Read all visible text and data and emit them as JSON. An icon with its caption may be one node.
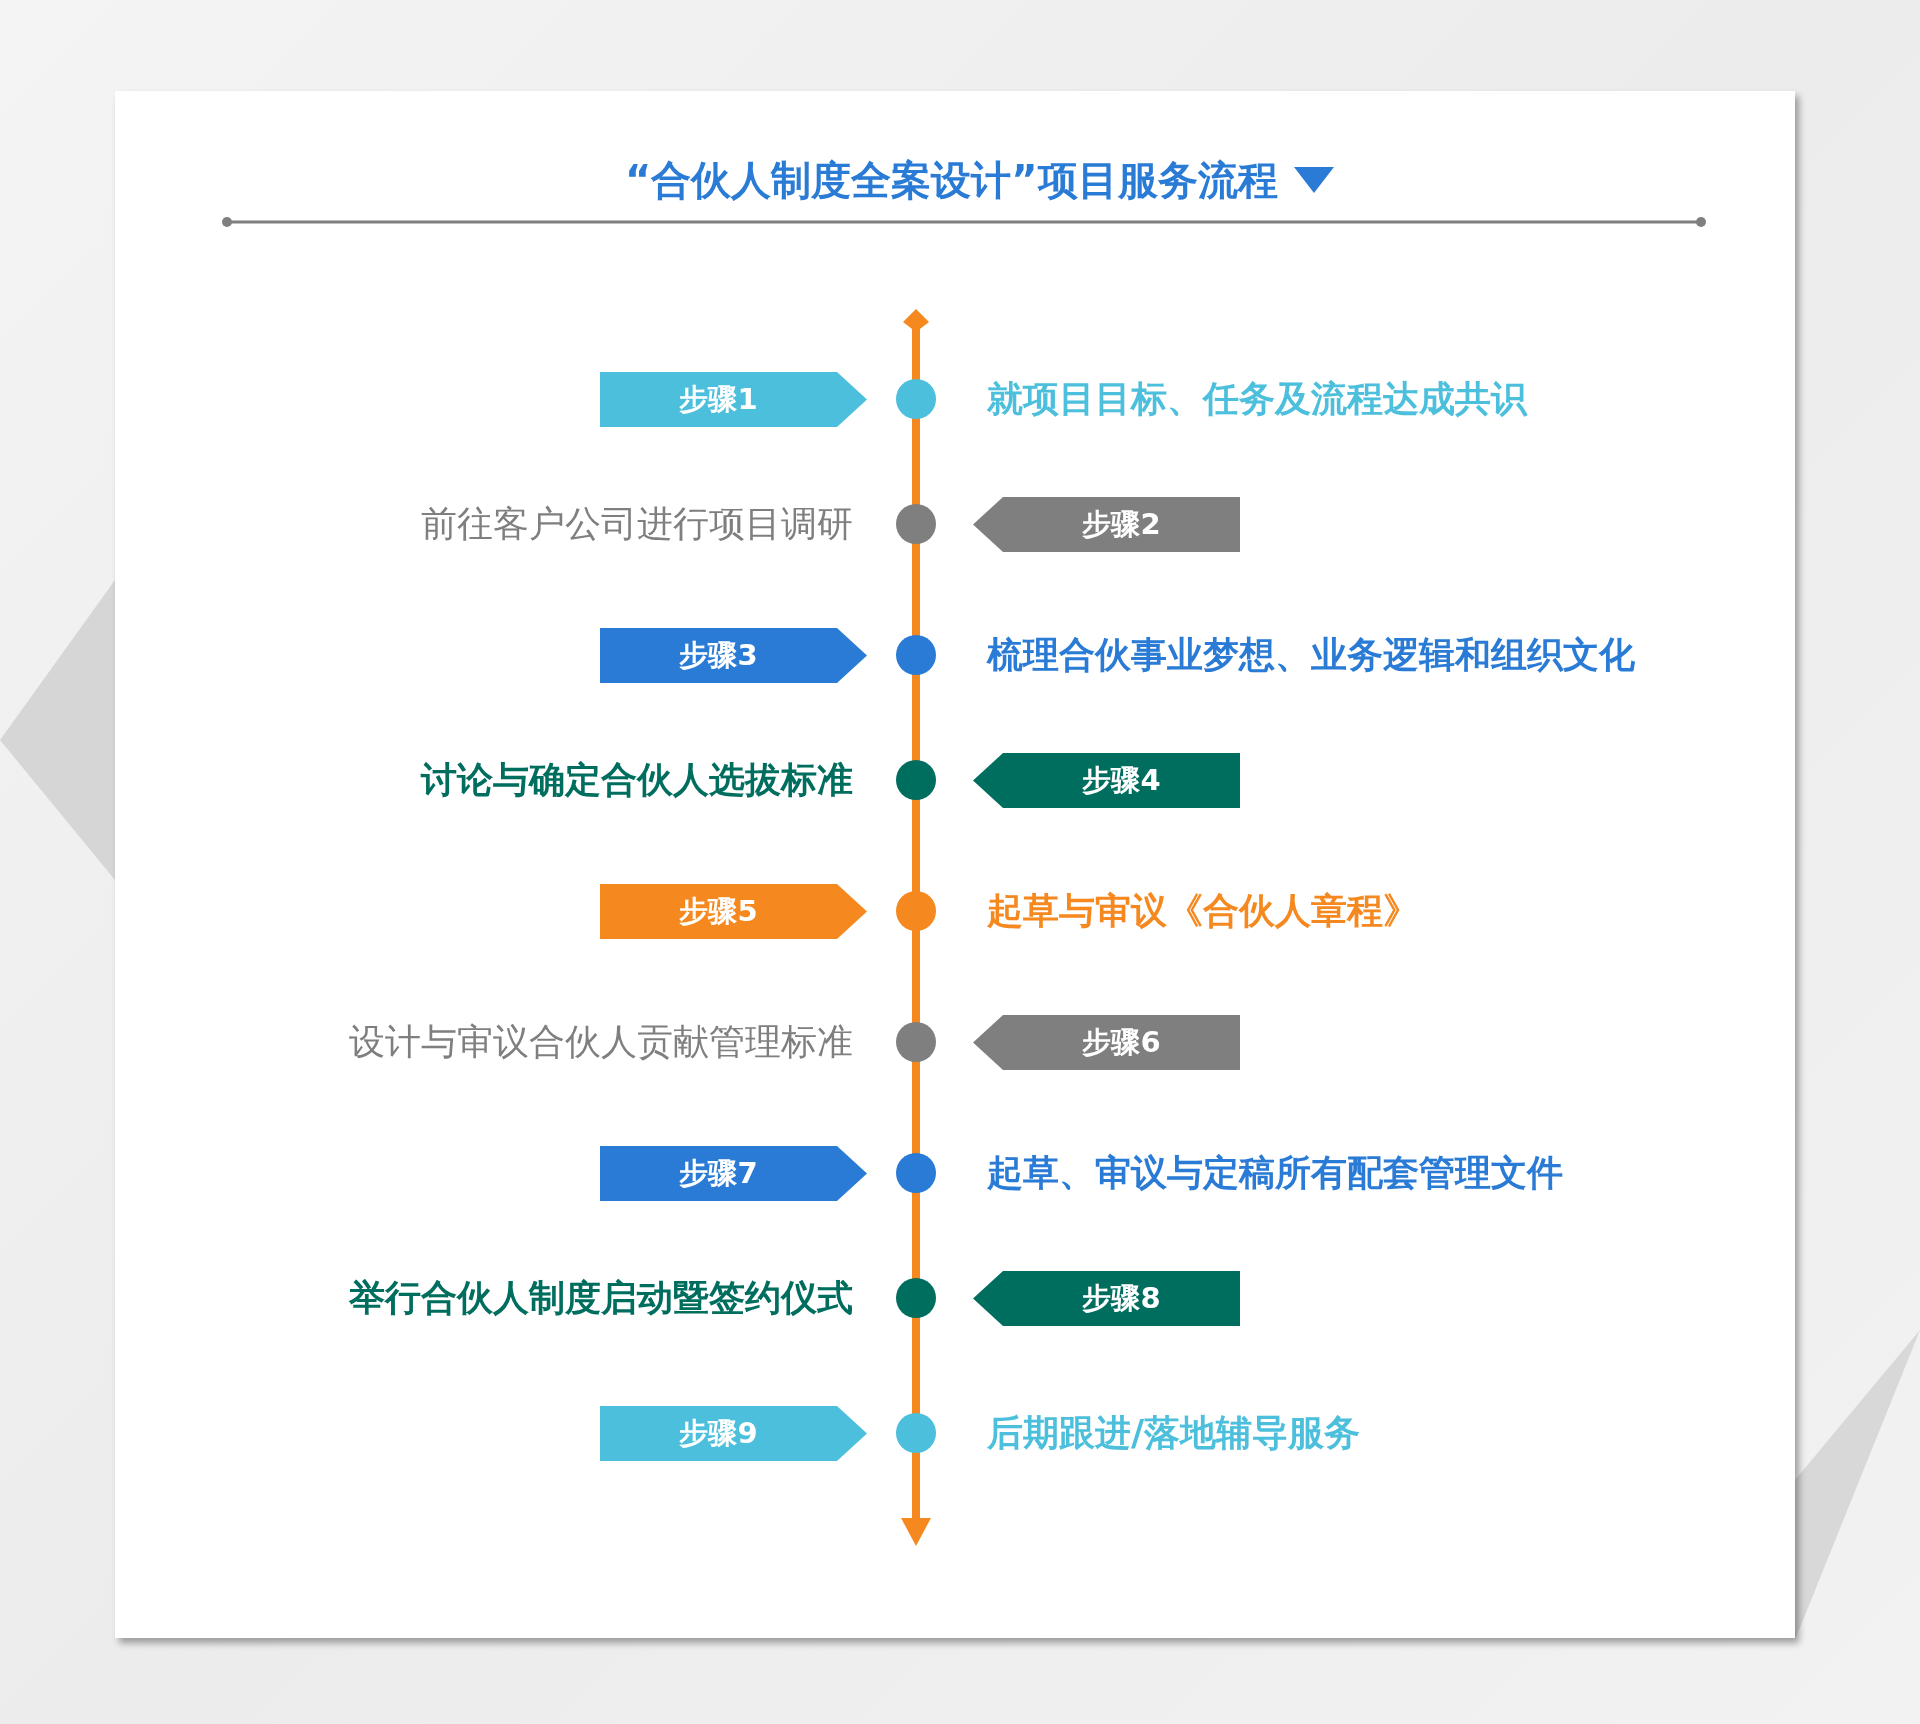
{
  "diagram": {
    "title": "“合伙人制度全案设计”项目服务流程",
    "nodes": [
      {
        "text": [
          "步骤1"
        ],
        "beside": [
          "就项目目标、任务及流程达成共识"
        ]
      },
      {
        "text": [
          "步骤2"
        ],
        "beside": [
          "前往客户公司进行项目调研"
        ]
      },
      {
        "text": [
          "步骤3"
        ],
        "beside": [
          "梳理合伙事业梦想、业务逻辑和组织文化"
        ]
      },
      {
        "text": [
          "步骤4"
        ],
        "beside": [
          "讨论与确定合伙人选拔标准"
        ]
      },
      {
        "text": [
          "步骤5"
        ],
        "beside": [
          "起草与审议《合伙人章程》"
        ]
      },
      {
        "text": [
          "步骤6"
        ],
        "beside": [
          "设计与审议合伙人贡献管理标准"
        ]
      },
      {
        "text": [
          "步骤7"
        ],
        "beside": [
          "起草、审议与定稿所有配套管理文件"
        ]
      },
      {
        "text": [
          "步骤8"
        ],
        "beside": [
          "举行合伙人制度启动暨签约仪式"
        ]
      },
      {
        "text": [
          "步骤9"
        ],
        "beside": [
          "后期跟进/落地辅导服务"
        ]
      }
    ]
  }
}
